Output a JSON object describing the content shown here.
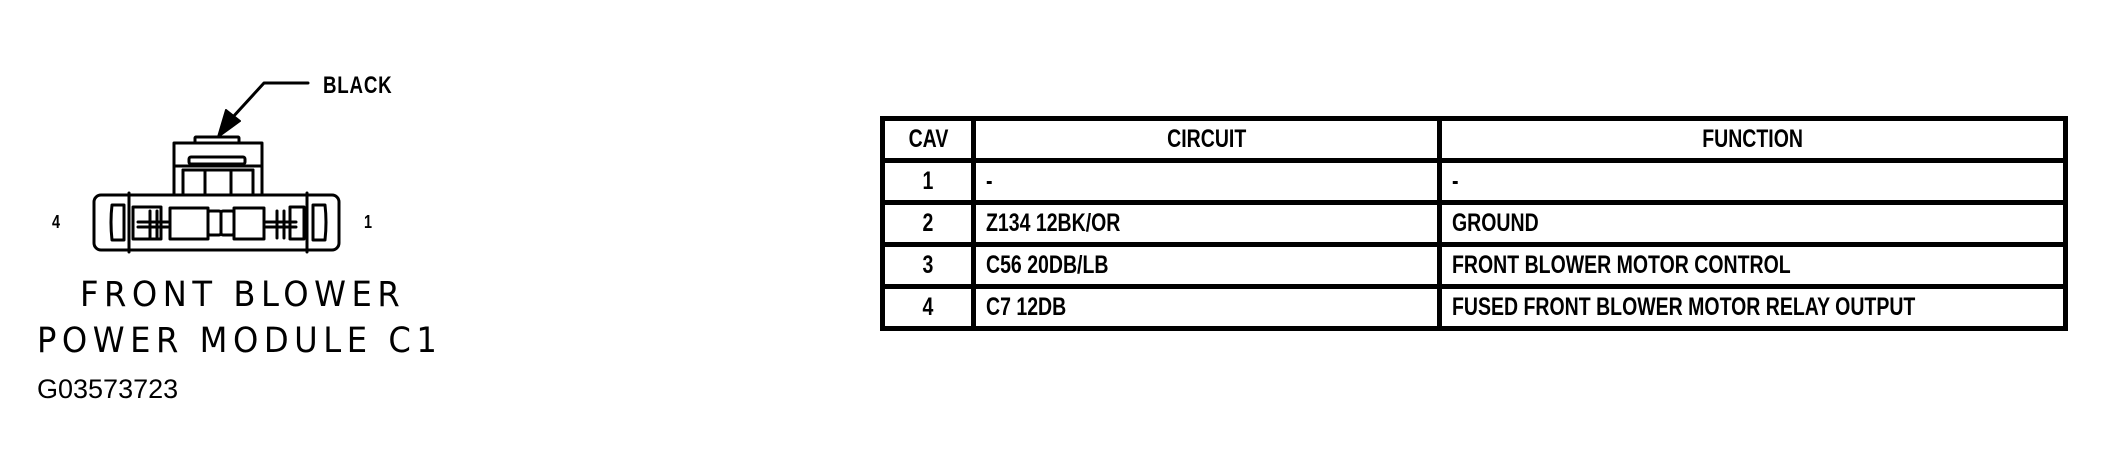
{
  "connector": {
    "color_label": "BLACK",
    "pin_left_label": "4",
    "pin_right_label": "1",
    "title_line1": "FRONT BLOWER",
    "title_line2": "POWER MODULE C1",
    "image_id": "G03573723"
  },
  "table": {
    "headers": {
      "cav": "CAV",
      "circuit": "CIRCUIT",
      "function": "FUNCTION"
    },
    "rows": [
      {
        "cav": "1",
        "circuit": "-",
        "function": "-"
      },
      {
        "cav": "2",
        "circuit": "Z134 12BK/OR",
        "function": "GROUND"
      },
      {
        "cav": "3",
        "circuit": "C56 20DB/LB",
        "function": "FRONT BLOWER MOTOR CONTROL"
      },
      {
        "cav": "4",
        "circuit": "C7 12DB",
        "function": "FUSED FRONT BLOWER MOTOR RELAY OUTPUT"
      }
    ]
  },
  "colors": {
    "ink": "#000000",
    "background": "#ffffff"
  }
}
